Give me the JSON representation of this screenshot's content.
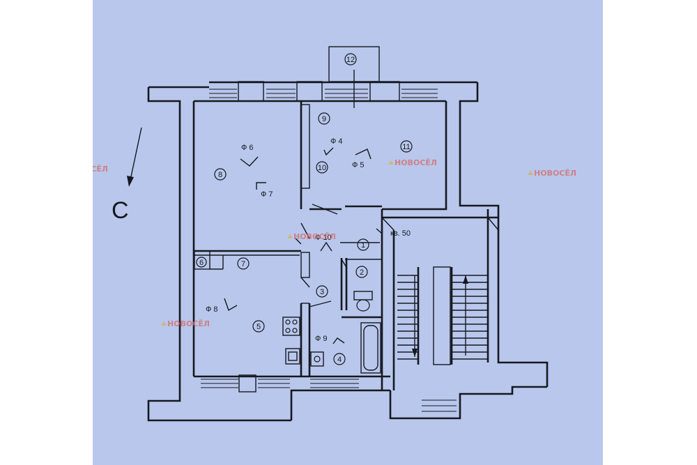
{
  "compass": {
    "letter": "С"
  },
  "rooms": {
    "r1": "1",
    "r2": "2",
    "r3": "3",
    "r4": "4",
    "r5": "5",
    "r6": "6",
    "r7": "7",
    "r8": "8",
    "r9": "9",
    "r10": "10",
    "r11": "11",
    "r12": "12"
  },
  "views": {
    "f4": "Ф 4",
    "f5": "Ф 5",
    "f6": "Ф 6",
    "f7": "Ф 7",
    "f8": "Ф 8",
    "f9": "Ф 9",
    "f10": "Ф 10"
  },
  "apartment_label": "кв. 50",
  "watermark": {
    "text": "НОВОСЁЛ",
    "icon": "house-logo-icon"
  },
  "colors": {
    "paper": "#b9c7ec",
    "ink": "#15181f",
    "watermark": "#d46a6a"
  }
}
